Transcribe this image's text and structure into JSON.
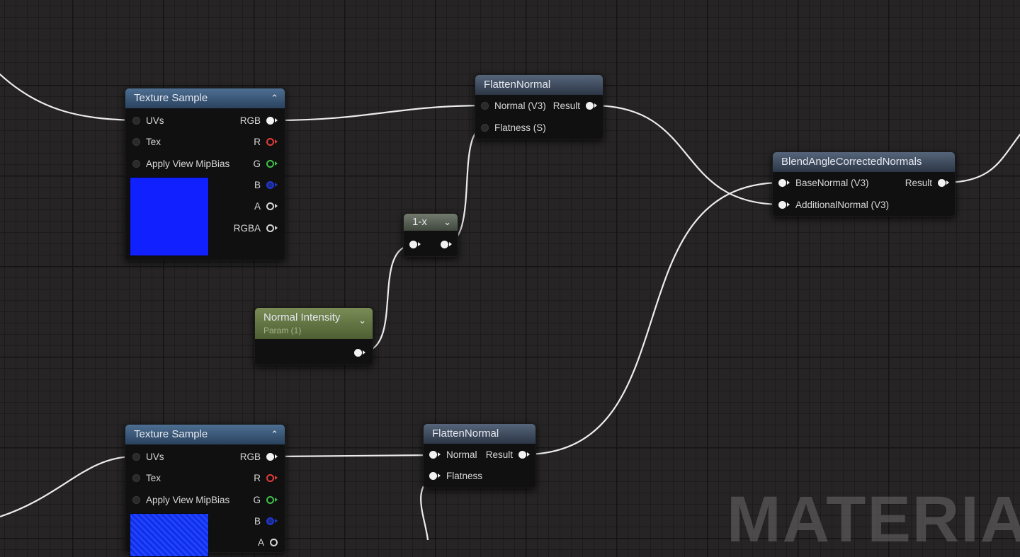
{
  "texture_sample_1": {
    "title": "Texture Sample",
    "inputs": [
      "UVs",
      "Tex",
      "Apply View MipBias"
    ],
    "outputs": [
      "RGB",
      "R",
      "G",
      "B",
      "A",
      "RGBA"
    ],
    "preview_color": "#1020ff"
  },
  "texture_sample_2": {
    "title": "Texture Sample",
    "inputs": [
      "UVs",
      "Tex",
      "Apply View MipBias"
    ],
    "outputs": [
      "RGB",
      "R",
      "G",
      "B",
      "A"
    ],
    "preview_color": "#1030e8"
  },
  "flatten_normal_1": {
    "title": "FlattenNormal",
    "inputs": [
      "Normal (V3)",
      "Flatness (S)"
    ],
    "output": "Result"
  },
  "flatten_normal_2": {
    "title": "FlattenNormal",
    "inputs": [
      "Normal",
      "Flatness"
    ],
    "output": "Result"
  },
  "one_minus": {
    "title": "1-x"
  },
  "normal_intensity": {
    "title": "Normal Intensity",
    "subtitle": "Param (1)"
  },
  "blend_node": {
    "title": "BlendAngleCorrectedNormals",
    "inputs": [
      "BaseNormal (V3)",
      "AdditionalNormal (V3)"
    ],
    "output": "Result"
  },
  "watermark": "MATERIAL",
  "colors": {
    "wire": "#e8e8e8",
    "texture_header": "#3d5d80",
    "function_header": "#46556a",
    "param_header": "#6b7d48",
    "grid": "#262424"
  },
  "icons": {
    "collapse": "chevron-up-icon",
    "expand": "chevron-down-icon"
  }
}
